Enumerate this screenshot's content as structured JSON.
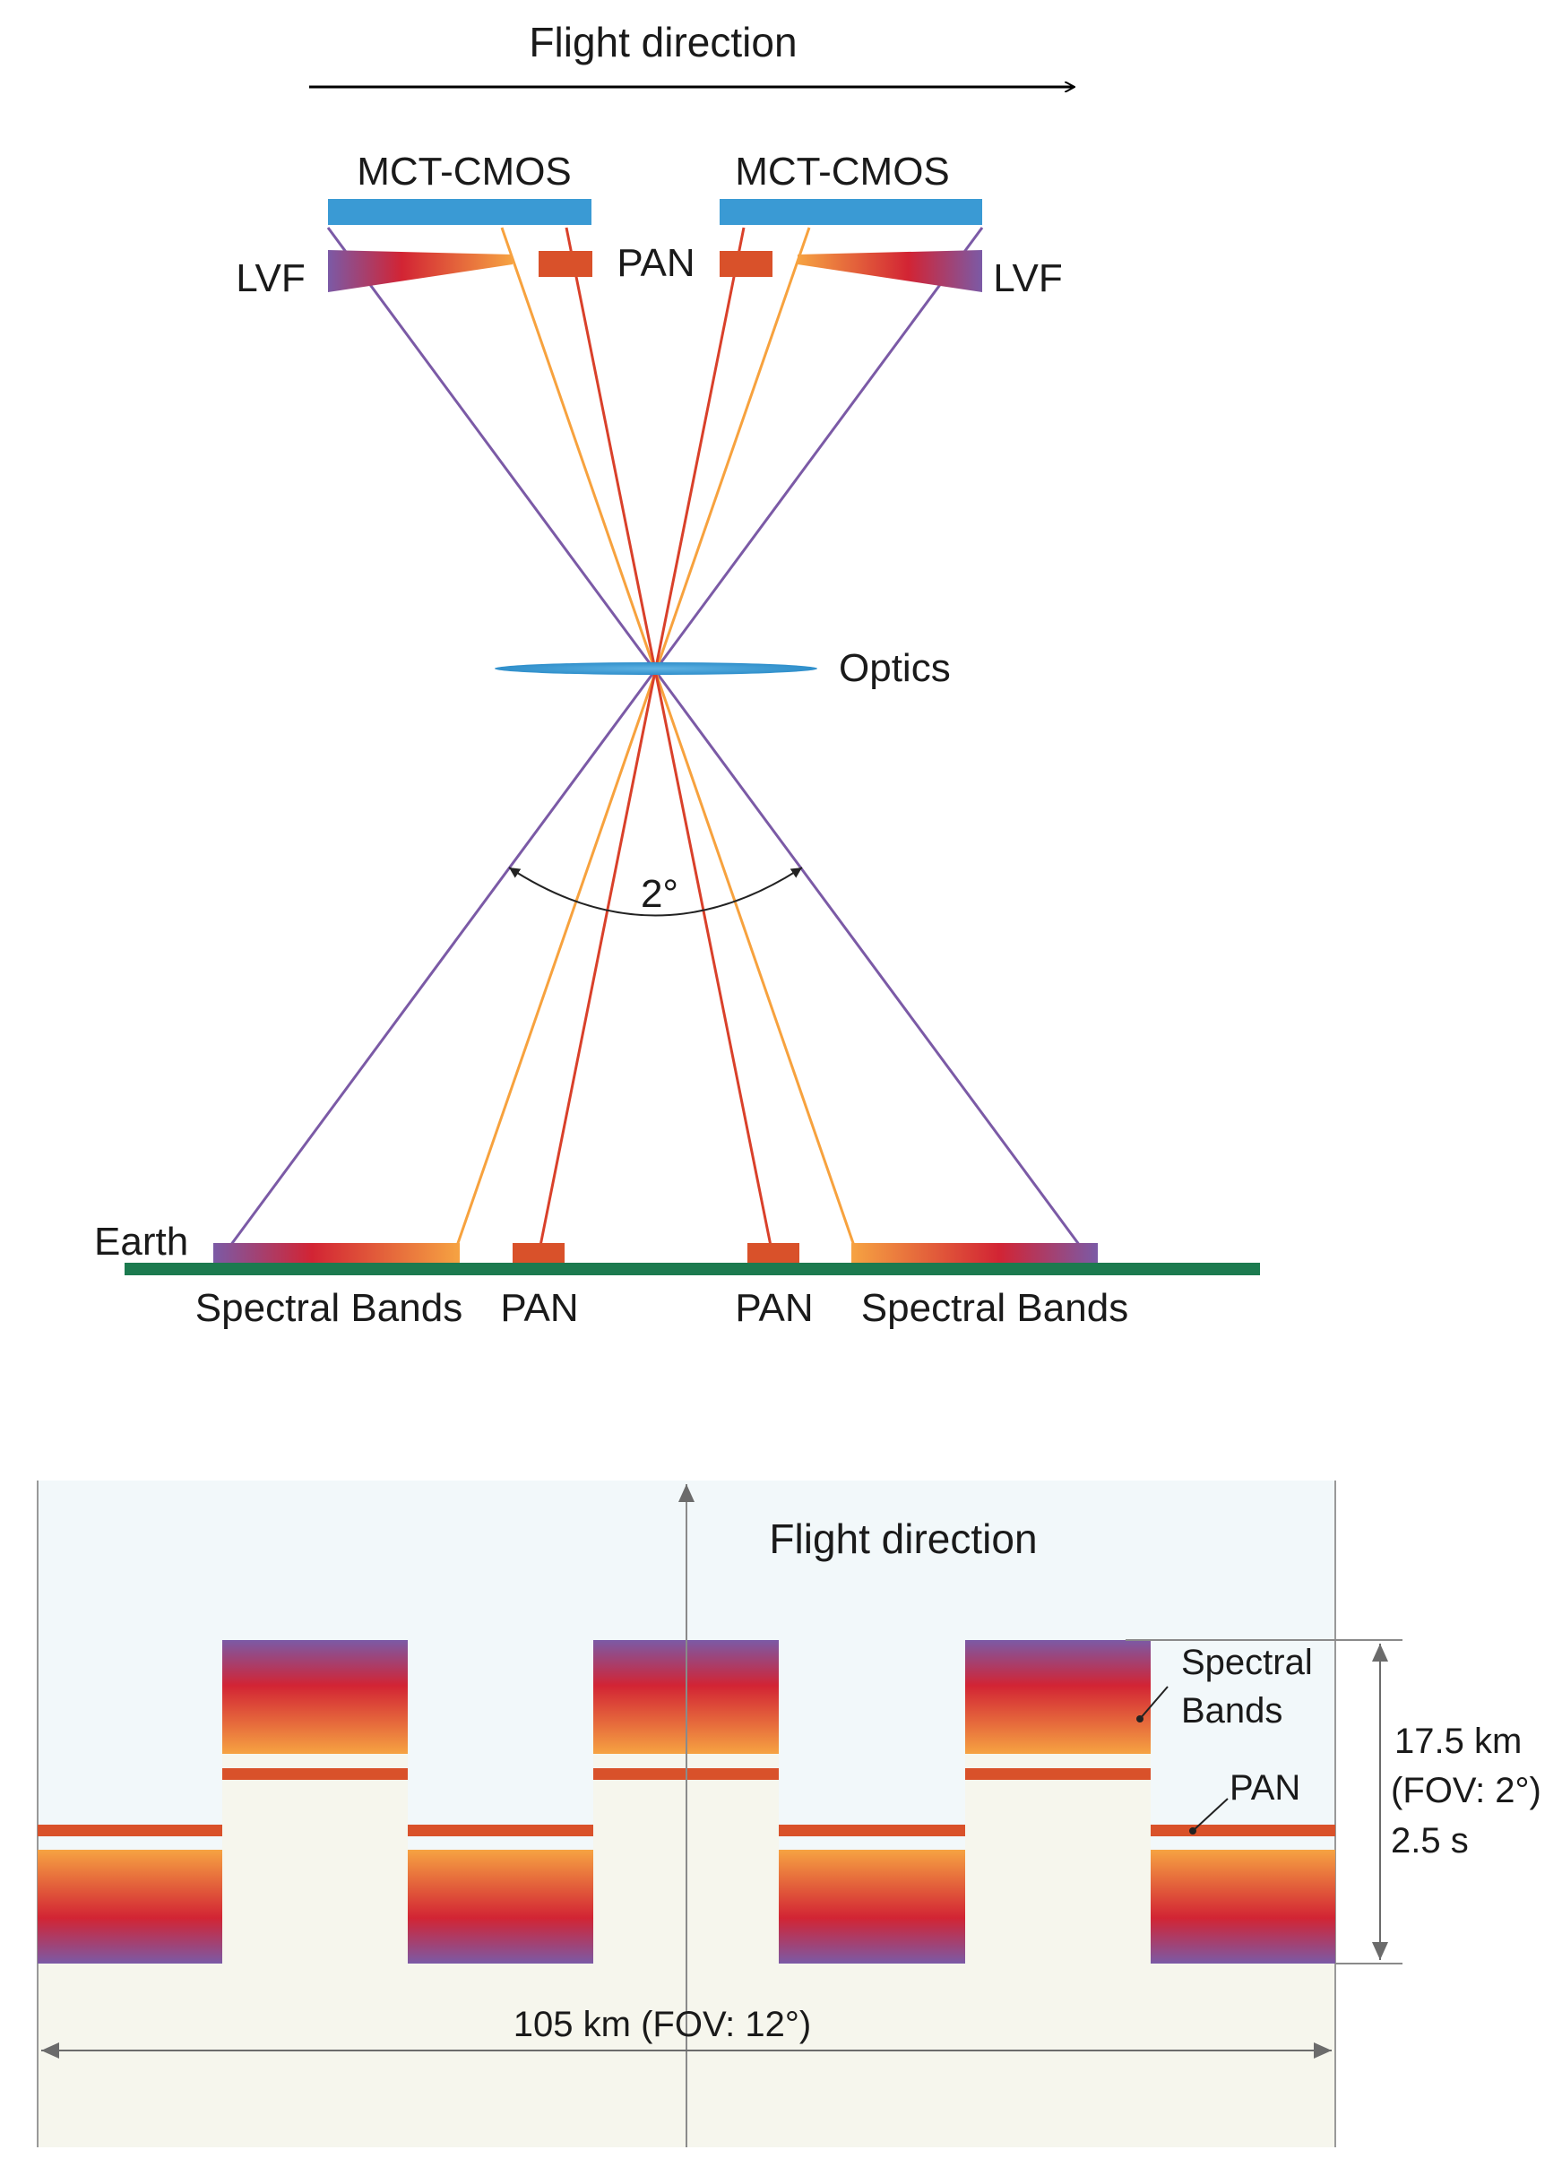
{
  "top": {
    "flight_direction": "Flight direction",
    "detector_left": "MCT-CMOS",
    "detector_right": "MCT-CMOS",
    "lvf_left": "LVF",
    "lvf_right": "LVF",
    "pan_center": "PAN",
    "optics": "Optics",
    "angle": "2°",
    "earth": "Earth",
    "spectral_bands_left": "Spectral Bands",
    "pan_left": "PAN",
    "pan_right": "PAN",
    "spectral_bands_right": "Spectral Bands"
  },
  "bottom": {
    "flight_direction": "Flight direction",
    "spectral_label_line1": "Spectral",
    "spectral_label_line2": "Bands",
    "pan_label": "PAN",
    "height_km": "17.5 km",
    "height_fov": "(FOV: 2°)",
    "height_time": "2.5 s",
    "width_label": "105 km (FOV: 12°)"
  },
  "colors": {
    "detector": "#3a9ad4",
    "optics": "#3a9ad4",
    "lvf_violet": "#7b5aa6",
    "lvf_red": "#d22434",
    "lvf_orange": "#f6a342",
    "pan": "#d9512a",
    "ray_violet": "#7b5aa6",
    "ray_orange": "#f7a23e",
    "ray_red": "#d9402a",
    "earth": "#1c7a4f",
    "upper_bg": "#f2f8fa",
    "lower_bg": "#f6f6ed"
  }
}
